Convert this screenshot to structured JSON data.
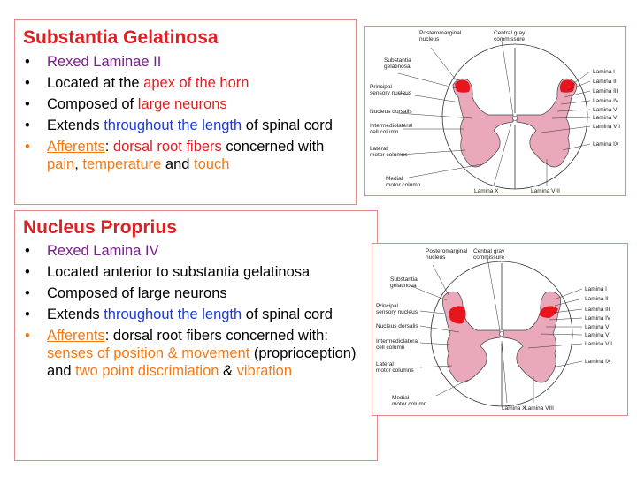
{
  "slide": {
    "section1": {
      "title": "Substantia Gelatinosa",
      "bullets": [
        {
          "parts": [
            {
              "t": "Rexed Laminae II",
              "c": "purple"
            }
          ]
        },
        {
          "parts": [
            {
              "t": "Located at the "
            },
            {
              "t": "apex of the horn",
              "c": "red"
            }
          ]
        },
        {
          "parts": [
            {
              "t": "Composed of "
            },
            {
              "t": "large neurons",
              "c": "red"
            }
          ]
        },
        {
          "parts": [
            {
              "t": "Extends "
            },
            {
              "t": "throughout the length",
              "c": "blue"
            },
            {
              "t": " of spinal cord"
            }
          ]
        },
        {
          "bullet_color": "orange",
          "parts": [
            {
              "t": "Afferents",
              "c": "orange",
              "u": true
            },
            {
              "t": ": "
            },
            {
              "t": "dorsal root fibers",
              "c": "red"
            },
            {
              "t": " concerned with "
            },
            {
              "t": "pain",
              "c": "orange"
            },
            {
              "t": ", "
            },
            {
              "t": "temperature",
              "c": "orange"
            },
            {
              "t": " and "
            },
            {
              "t": "touch",
              "c": "orange"
            }
          ]
        }
      ]
    },
    "section2": {
      "title": "Nucleus Proprius",
      "bullets": [
        {
          "parts": [
            {
              "t": "Rexed Lamina IV",
              "c": "purple"
            }
          ]
        },
        {
          "parts": [
            {
              "t": "Located anterior to substantia gelatinosa"
            }
          ]
        },
        {
          "parts": [
            {
              "t": "Composed of large neurons"
            }
          ]
        },
        {
          "parts": [
            {
              "t": "Extends "
            },
            {
              "t": "throughout the length",
              "c": "blue"
            },
            {
              "t": " of spinal cord"
            }
          ]
        },
        {
          "bullet_color": "orange",
          "parts": [
            {
              "t": "Afferents",
              "c": "orange",
              "u": true
            },
            {
              "t": ": dorsal root fibers concerned with: "
            },
            {
              "t": "senses of position & movement",
              "c": "orange"
            },
            {
              "t": " (proprioception) and "
            },
            {
              "t": "two point discrimiation",
              "c": "orange"
            },
            {
              "t": " & "
            },
            {
              "t": "vibration",
              "c": "orange"
            }
          ]
        }
      ]
    },
    "diagram_labels": {
      "posteromarginal": "Posteromarginal nucleus",
      "central_gray": "Central gray commissure",
      "substantia": "Substantia gelatinosa",
      "principal": "Principal sensory nucleus",
      "dorsalis": "Nucleus dorsalis",
      "intermediolateral": "Intermediolateral cell column",
      "lateral_motor": "Lateral motor columns",
      "medial_motor": "Medial motor column",
      "lamina_x": "Lamina X",
      "lamina_viii": "Lamina VIII",
      "laminae_right": [
        "Lamina I",
        "Lamina II",
        "Lamina III",
        "Lamina IV",
        "Lamina V",
        "Lamina VI",
        "Lamina VII",
        "Lamina IX"
      ]
    },
    "colors": {
      "highlight": "#e8141e",
      "gray_matter": "#e9a9bb",
      "text_red": "#e02020",
      "text_orange": "#f07a1a",
      "text_blue": "#1a3cd6",
      "text_purple": "#7a1e8c"
    }
  }
}
